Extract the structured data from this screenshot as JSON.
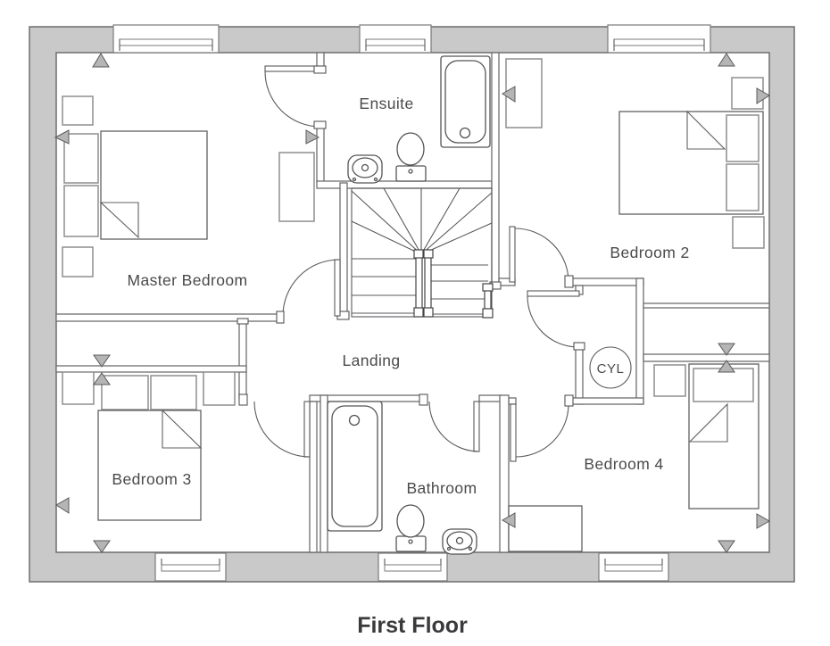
{
  "title": "First Floor",
  "rooms": {
    "master_bedroom": {
      "label": "Master Bedroom"
    },
    "ensuite": {
      "label": "Ensuite"
    },
    "bedroom_2": {
      "label": "Bedroom 2"
    },
    "landing": {
      "label": "Landing"
    },
    "bedroom_3": {
      "label": "Bedroom 3"
    },
    "bathroom": {
      "label": "Bathroom"
    },
    "bedroom_4": {
      "label": "Bedroom 4"
    }
  },
  "fixtures": {
    "cylinder_cupboard_label": "CYL"
  },
  "colors": {
    "background": "#ffffff",
    "wall_fill": "#c9c9c9",
    "wall_outline": "#6e6e6e",
    "interior_line": "#5a5a5c",
    "furniture_line": "#8e8e8e",
    "marker_fill": "#b5b5b5",
    "label_text": "#4a4a4c",
    "title_text": "#3a3a3c"
  }
}
